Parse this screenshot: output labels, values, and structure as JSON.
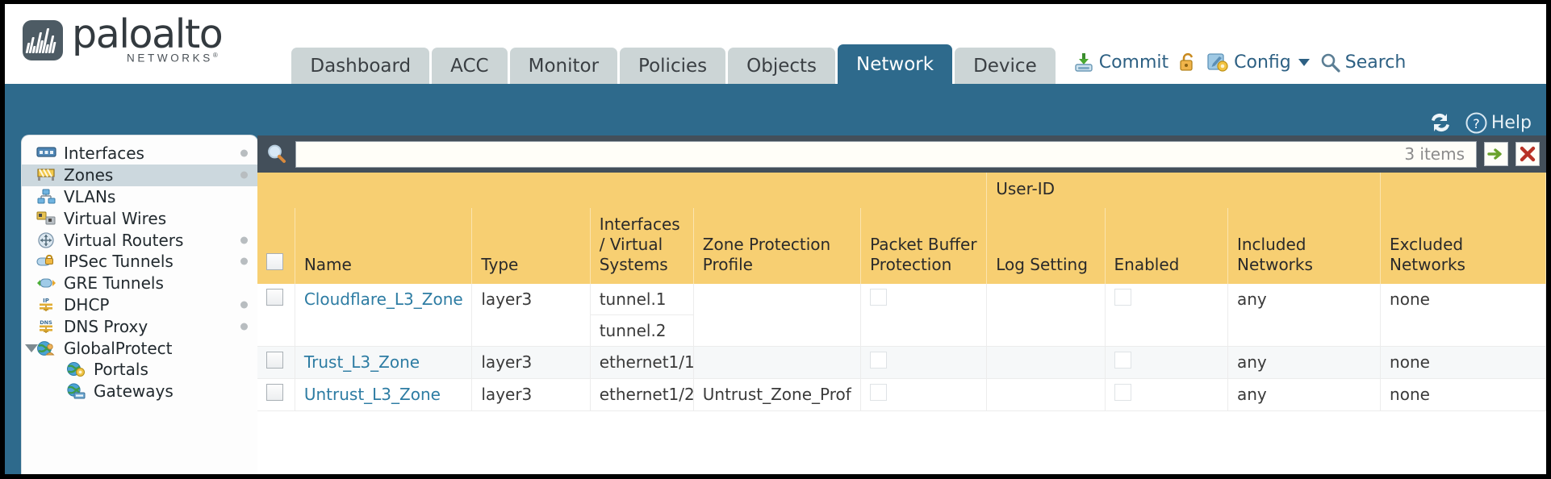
{
  "brand": {
    "name": "paloalto",
    "sub": "NETWORKS",
    "reg": "®"
  },
  "nav_tabs": [
    {
      "label": "Dashboard",
      "active": false
    },
    {
      "label": "ACC",
      "active": false
    },
    {
      "label": "Monitor",
      "active": false
    },
    {
      "label": "Policies",
      "active": false
    },
    {
      "label": "Objects",
      "active": false
    },
    {
      "label": "Network",
      "active": true
    },
    {
      "label": "Device",
      "active": false
    }
  ],
  "top_actions": {
    "commit": "Commit",
    "lock": "lock-icon",
    "config": "Config",
    "search": "Search"
  },
  "blueband": {
    "refresh": "refresh-icon",
    "help": "Help"
  },
  "sidebar": {
    "items": [
      {
        "label": "Interfaces",
        "icon": "interfaces-icon",
        "selected": false,
        "dot": true,
        "child": false,
        "expander": false
      },
      {
        "label": "Zones",
        "icon": "zones-icon",
        "selected": true,
        "dot": true,
        "child": false,
        "expander": false
      },
      {
        "label": "VLANs",
        "icon": "vlans-icon",
        "selected": false,
        "dot": false,
        "child": false,
        "expander": false
      },
      {
        "label": "Virtual Wires",
        "icon": "virtual-wires-icon",
        "selected": false,
        "dot": false,
        "child": false,
        "expander": false
      },
      {
        "label": "Virtual Routers",
        "icon": "virtual-routers-icon",
        "selected": false,
        "dot": true,
        "child": false,
        "expander": false
      },
      {
        "label": "IPSec Tunnels",
        "icon": "ipsec-tunnels-icon",
        "selected": false,
        "dot": true,
        "child": false,
        "expander": false
      },
      {
        "label": "GRE Tunnels",
        "icon": "gre-tunnels-icon",
        "selected": false,
        "dot": false,
        "child": false,
        "expander": false
      },
      {
        "label": "DHCP",
        "icon": "dhcp-icon",
        "selected": false,
        "dot": true,
        "child": false,
        "expander": false
      },
      {
        "label": "DNS Proxy",
        "icon": "dns-proxy-icon",
        "selected": false,
        "dot": true,
        "child": false,
        "expander": false
      },
      {
        "label": "GlobalProtect",
        "icon": "globalprotect-icon",
        "selected": false,
        "dot": false,
        "child": false,
        "expander": true
      },
      {
        "label": "Portals",
        "icon": "portals-icon",
        "selected": false,
        "dot": false,
        "child": true,
        "expander": false
      },
      {
        "label": "Gateways",
        "icon": "gateways-icon",
        "selected": false,
        "dot": false,
        "child": true,
        "expander": false
      }
    ]
  },
  "search": {
    "value": "",
    "placeholder": "",
    "items_count": "3 items",
    "apply_icon": "arrow-right-icon",
    "clear_icon": "close-icon"
  },
  "table": {
    "group_header": "User-ID",
    "columns": [
      "Name",
      "Type",
      "Interfaces / Virtual Systems",
      "Zone Protection Profile",
      "Packet Buffer Protection",
      "Log Setting",
      "Enabled",
      "Included Networks",
      "Excluded Networks"
    ],
    "rows": [
      {
        "selected": false,
        "name": "Cloudflare_L3_Zone",
        "type": "layer3",
        "interfaces": [
          "tunnel.1",
          "tunnel.2"
        ],
        "zone_protection_profile": "",
        "packet_buffer_protection": false,
        "log_setting": "",
        "userid_enabled": false,
        "included_networks": "any",
        "excluded_networks": "none"
      },
      {
        "selected": false,
        "name": "Trust_L3_Zone",
        "type": "layer3",
        "interfaces": [
          "ethernet1/1"
        ],
        "zone_protection_profile": "",
        "packet_buffer_protection": false,
        "log_setting": "",
        "userid_enabled": false,
        "included_networks": "any",
        "excluded_networks": "none"
      },
      {
        "selected": false,
        "name": "Untrust_L3_Zone",
        "type": "layer3",
        "interfaces": [
          "ethernet1/2"
        ],
        "zone_protection_profile": "Untrust_Zone_Prof",
        "packet_buffer_protection": false,
        "log_setting": "",
        "userid_enabled": false,
        "included_networks": "any",
        "excluded_networks": "none"
      }
    ]
  },
  "colors": {
    "brand_blue": "#2e6a8c",
    "header_amber": "#f7cf72",
    "group_amber": "#e0ab3a",
    "link_blue": "#2d7ca3",
    "tab_gray": "#ccd5d6",
    "panel_dark": "#434f5a"
  }
}
